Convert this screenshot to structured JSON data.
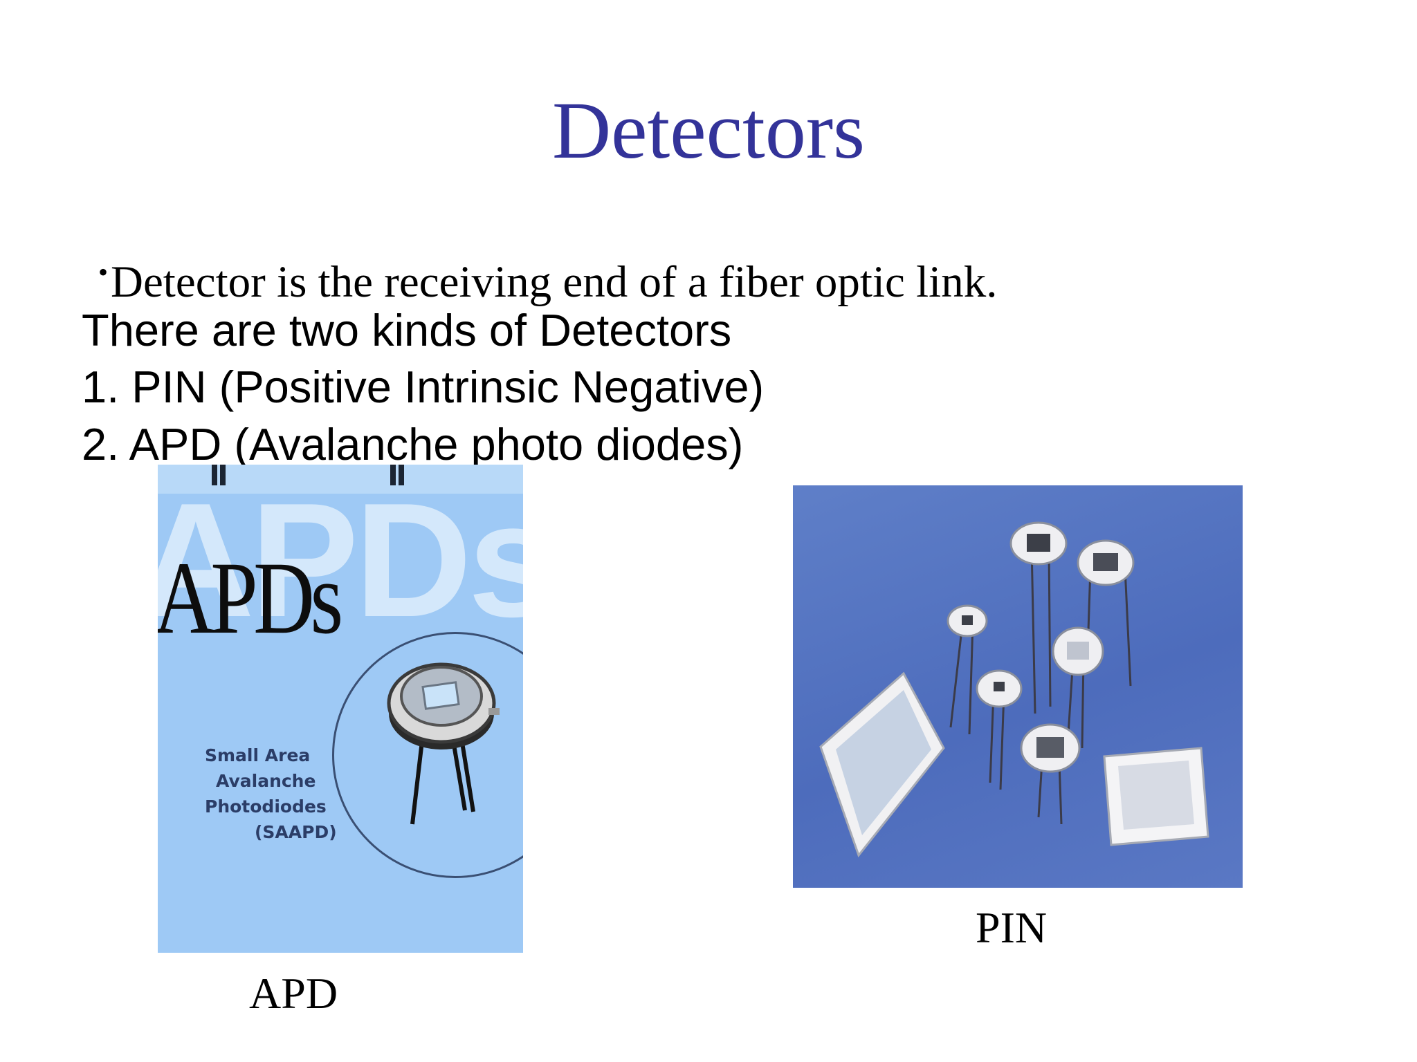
{
  "slide": {
    "title": "Detectors",
    "bullet_marker": "•",
    "bullet_text": "Detector is the receiving end of a fiber optic link.",
    "lines": [
      "There are two kinds of Detectors",
      "1. PIN (Positive Intrinsic Negative)",
      "2. APD (Avalanche photo diodes)"
    ],
    "colors": {
      "title": "#333399",
      "apd_photo_bg": "#9ec9f5",
      "pin_photo_bg": "#5275c0"
    }
  },
  "apd_photo": {
    "ghost_text": "APDs",
    "logo_text": "APDs",
    "caption_lines": [
      "Small Area",
      "Avalanche",
      "Photodiodes",
      "(SAAPD)"
    ]
  },
  "labels": {
    "apd": "APD",
    "pin": "PIN"
  }
}
